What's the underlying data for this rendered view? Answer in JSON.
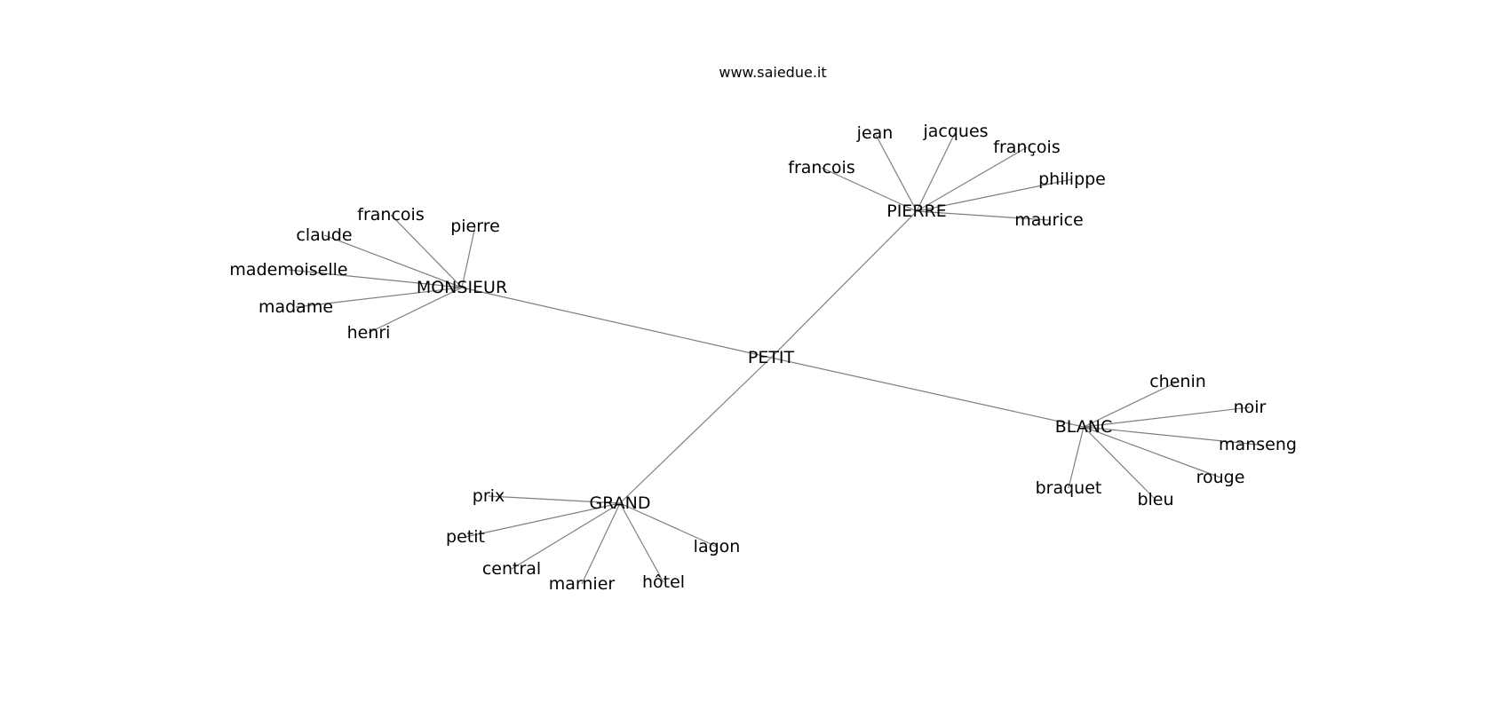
{
  "header": {
    "watermark": "www.saiedue.it"
  },
  "colors": {
    "edge": "#7f7f7f",
    "text": "#000000",
    "background": "#ffffff"
  },
  "graph": {
    "root": "PETIT",
    "hubs": [
      {
        "label": "MONSIEUR",
        "leaves": [
          "francois",
          "pierre",
          "claude",
          "mademoiselle",
          "madame",
          "henri"
        ]
      },
      {
        "label": "PIERRE",
        "leaves": [
          "jean",
          "jacques",
          "françois",
          "francois",
          "philippe",
          "maurice"
        ]
      },
      {
        "label": "BLANC",
        "leaves": [
          "chenin",
          "noir",
          "manseng",
          "rouge",
          "bleu",
          "braquet"
        ]
      },
      {
        "label": "GRAND",
        "leaves": [
          "prix",
          "petit",
          "central",
          "marnier",
          "hôtel",
          "lagon"
        ]
      }
    ]
  }
}
